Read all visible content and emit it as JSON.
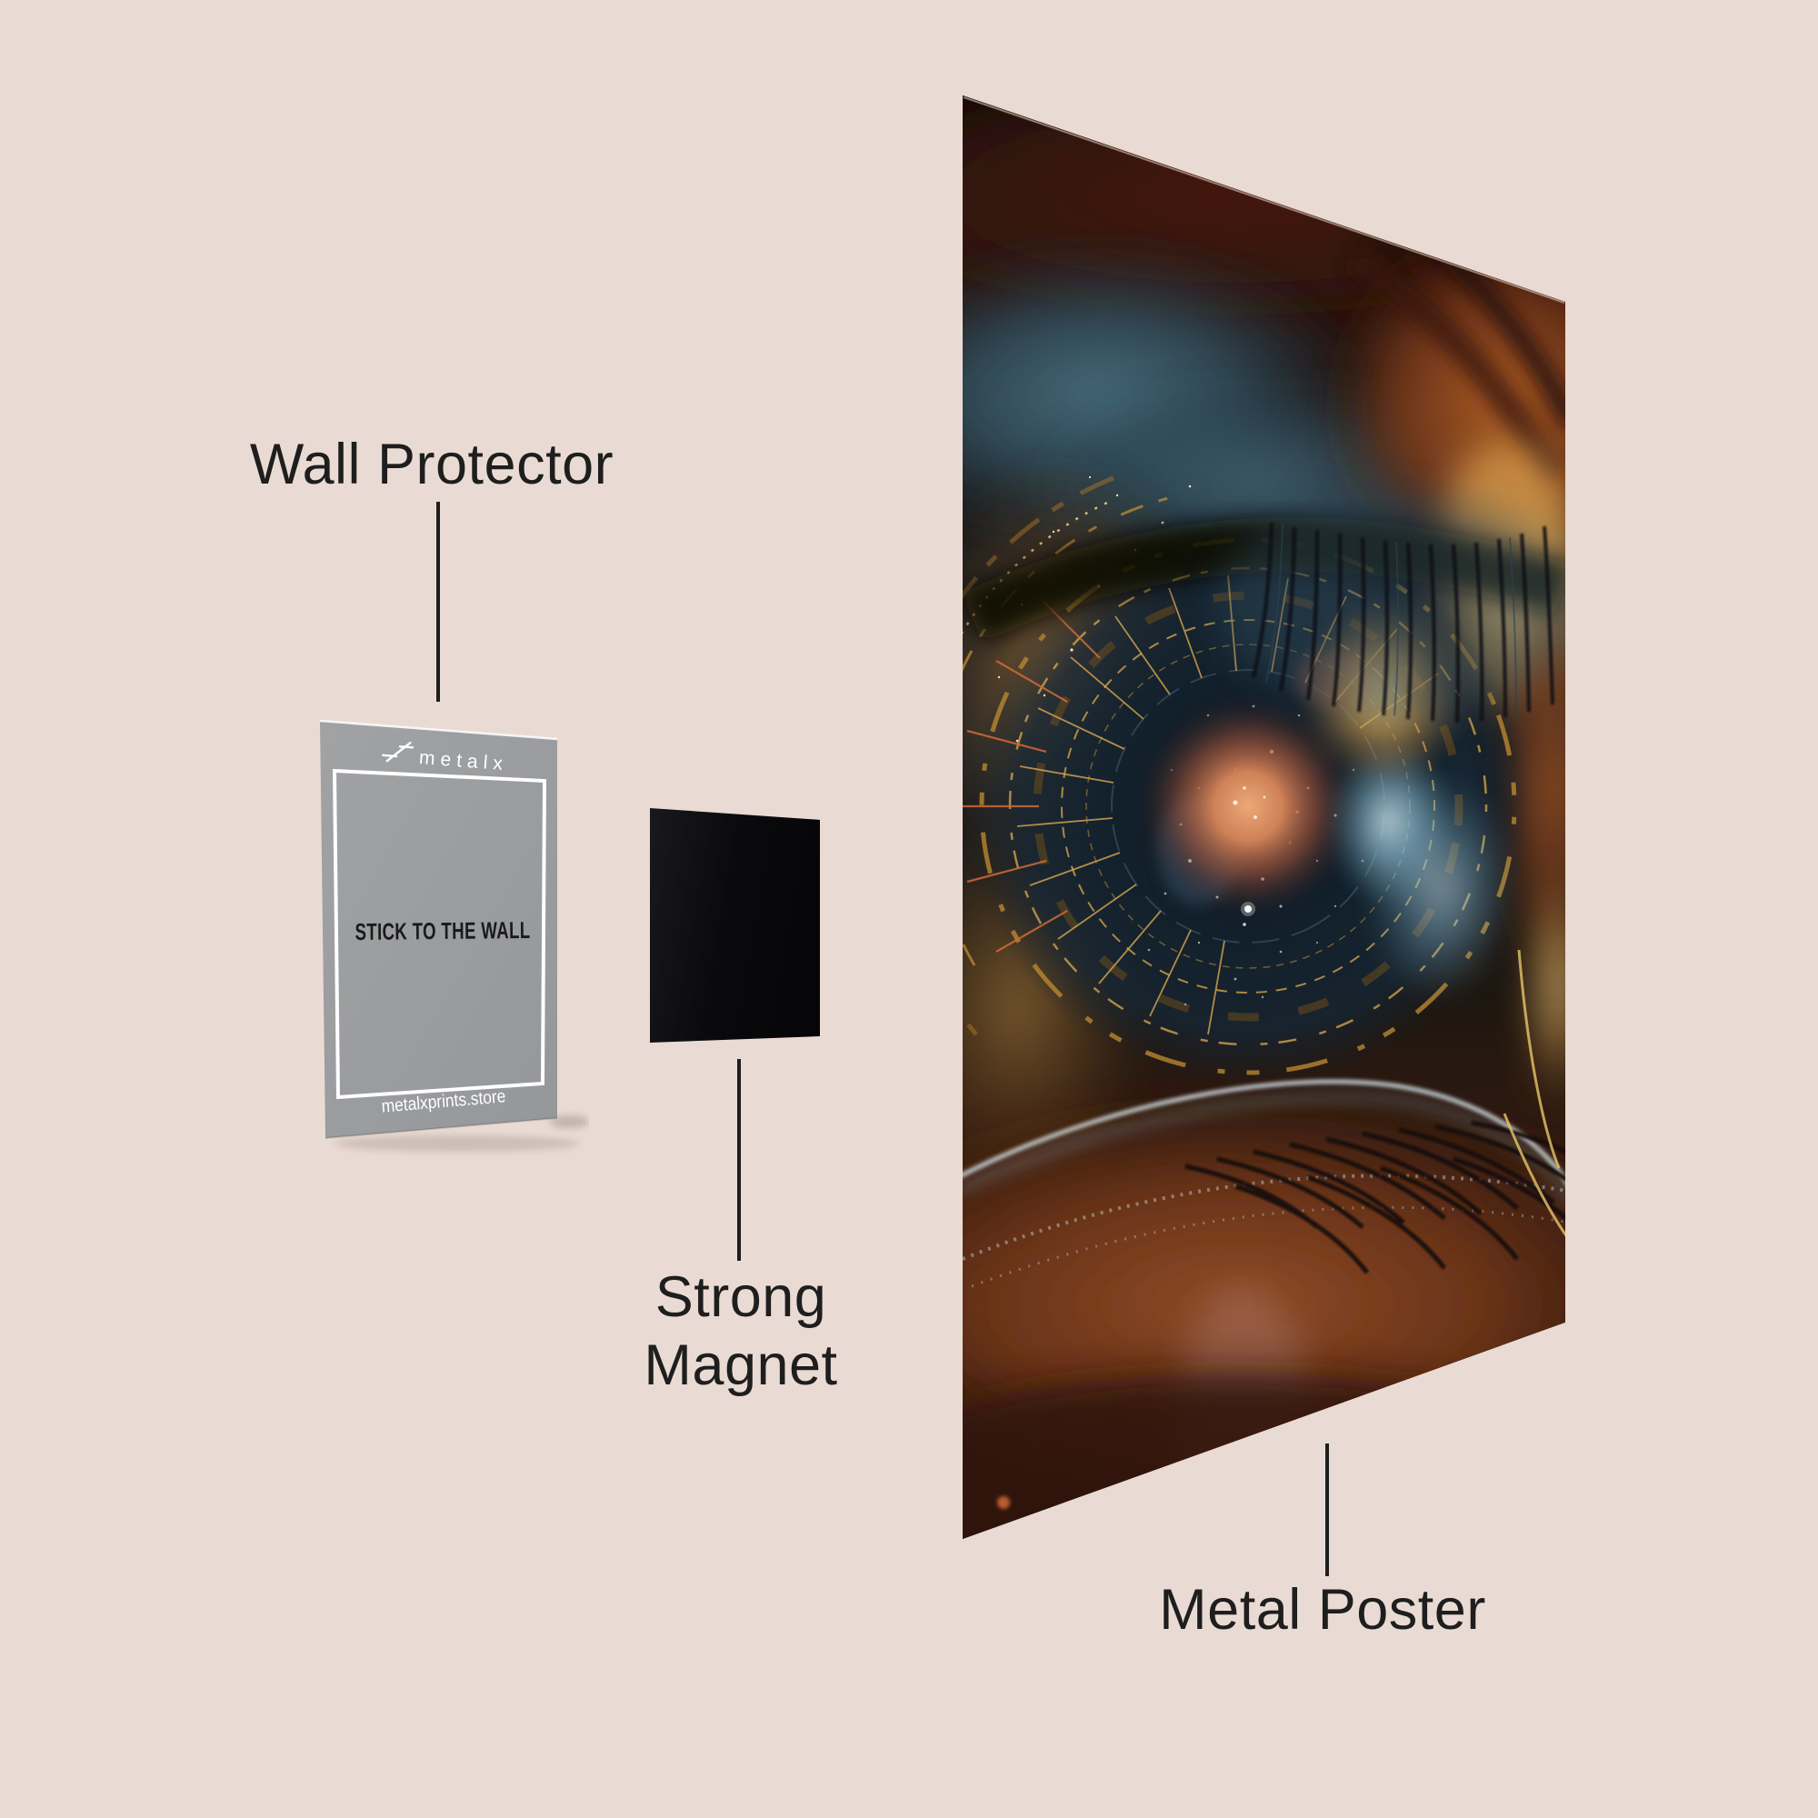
{
  "scene": {
    "background_color": "#e9dbd3",
    "label_text_color": "#1e1e1e",
    "leader_line_color": "#1d1d1d"
  },
  "labels": {
    "wall_protector": "Wall Protector",
    "strong_magnet_line1": "Strong",
    "strong_magnet_line2": "Magnet",
    "metal_poster": "Metal Poster"
  },
  "card": {
    "brand": "metalx",
    "message": "STICK TO THE WALL",
    "website": "metalxprints.store",
    "face_color": "#9a9c9e",
    "border_color": "#ffffff",
    "message_color": "#1a1a1a"
  },
  "magnet": {
    "color": "#0a0a0c"
  },
  "poster_palette": {
    "iris_navy": "#13222e",
    "pupil_glow": "#cf8257",
    "gold": "#d9a850",
    "copper": "#7a3a16",
    "teal_glare": "#9fc6d8",
    "skin_copper": "#7a3c1d"
  }
}
